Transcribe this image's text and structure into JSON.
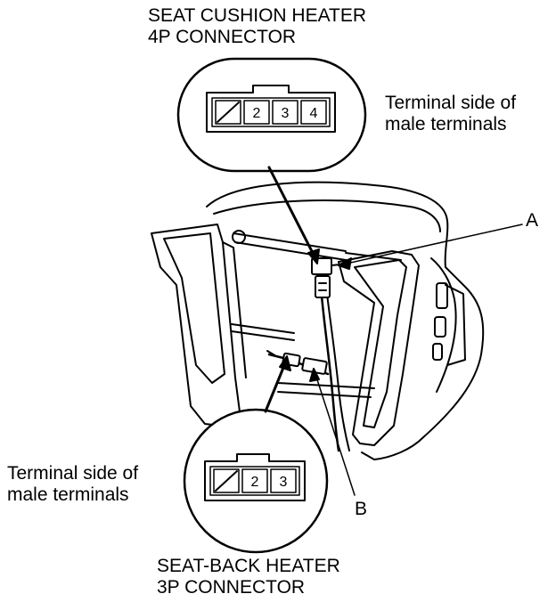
{
  "top_connector": {
    "title_line1": "SEAT CUSHION HEATER",
    "title_line2": "4P CONNECTOR",
    "side_line1": "Terminal side of",
    "side_line2": "male terminals",
    "pins": [
      "2",
      "3",
      "4"
    ]
  },
  "bottom_connector": {
    "title_line1": "SEAT-BACK HEATER",
    "title_line2": "3P CONNECTOR",
    "side_line1": "Terminal side of",
    "side_line2": "male terminals",
    "pins": [
      "2",
      "3"
    ]
  },
  "callouts": {
    "a": "A",
    "b": "B"
  }
}
